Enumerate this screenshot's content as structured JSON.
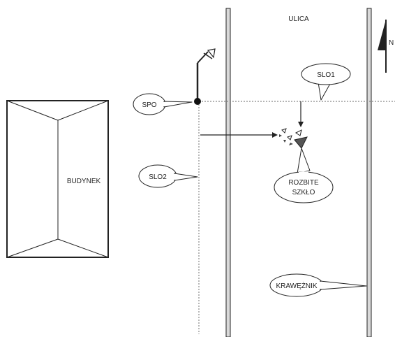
{
  "labels": {
    "street": "ULICA",
    "north": "N",
    "building": "BUDYNEK",
    "spo": "SPO",
    "slo1": "SLO1",
    "slo2": "SLO2",
    "broken_glass_line1": "ROZBITE",
    "broken_glass_line2": "SZKŁO",
    "curb": "KRAWĘŻNIK"
  },
  "colors": {
    "ink": "#222222",
    "dotted": "#888888",
    "curb_fill": "#d9d9d9"
  }
}
